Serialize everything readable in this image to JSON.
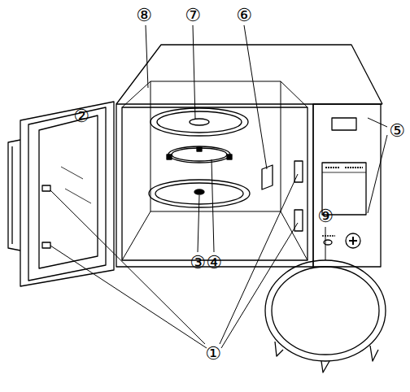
{
  "diagram": {
    "labels": [
      "⑧",
      "⑦",
      "⑥",
      "②",
      "⑤",
      "③",
      "④",
      "⑨",
      "①"
    ]
  }
}
